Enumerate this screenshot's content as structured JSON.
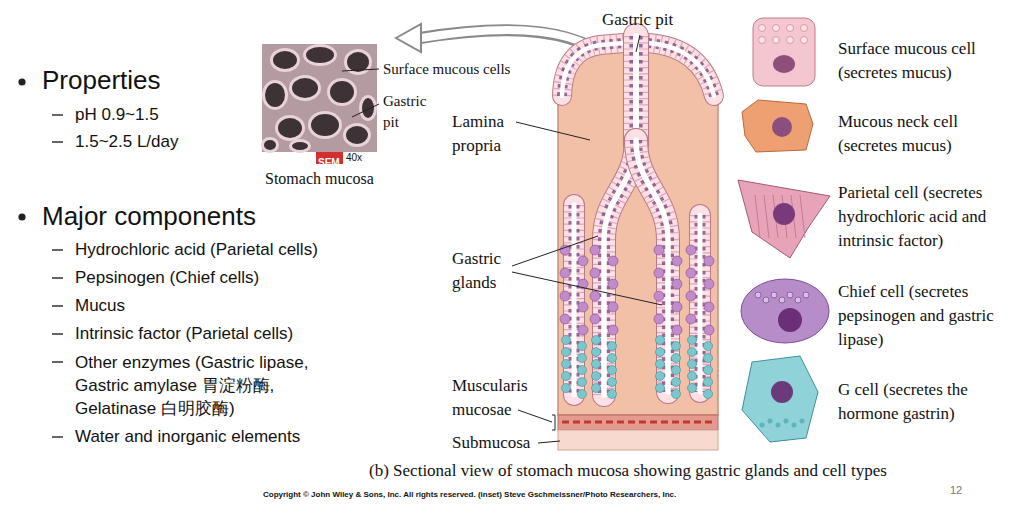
{
  "diagram": {
    "caption": "(b) Sectional view of stomach mucosa showing gastric glands and cell types",
    "nodes": [
      {
        "text": [
          "SEM"
        ]
      }
    ],
    "labels": [
      "Properties",
      "pH 0.9~1.5",
      "1.5~2.5 L/day",
      "Major components",
      "Hydrochloric acid (Parietal cells)",
      "Pepsinogen (Chief cells)",
      "Mucus",
      "Intrinsic factor (Parietal cells)",
      "Other enzymes (Gastric lipase, Gastric amylase 胃淀粉酶, Gelatinase 白明胶酶)",
      "Water and inorganic elements",
      "Surface mucous cells",
      "Gastric pit",
      "40x",
      "Stomach mucosa",
      "Gastric pit",
      "Lamina propria",
      "Gastric glands",
      "Muscularis mucosae",
      "Submucosa",
      "Surface mucous cell (secretes mucus)",
      "Mucous neck cell (secretes mucus)",
      "Parietal cell (secretes hydrochloric acid and intrinsic factor)",
      "Chief cell (secretes pepsinogen and gastric lipase)",
      "G cell (secretes the hormone gastrin)",
      "Copyright © John Wiley & Sons, Inc. All rights reserved. (inset) Steve Gschmeissner/Photo Researchers, Inc.",
      "12"
    ]
  }
}
